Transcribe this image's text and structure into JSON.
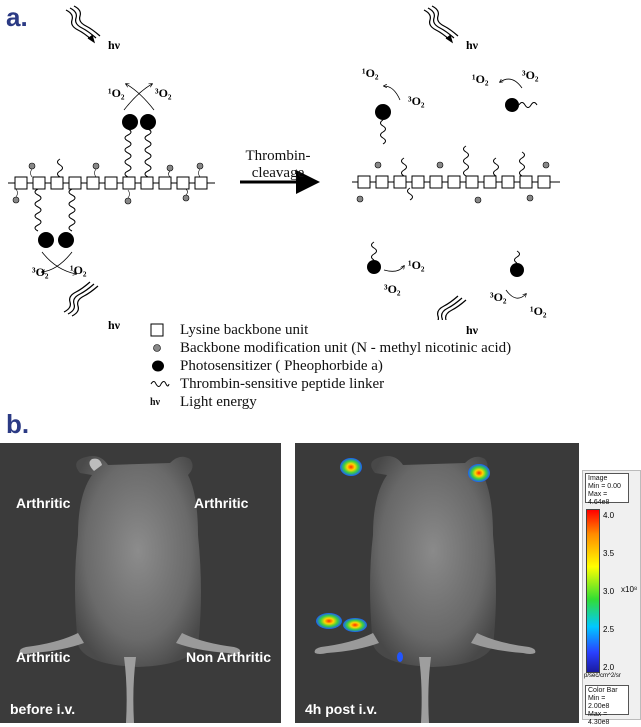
{
  "panel_a": {
    "label": "a.",
    "hv": "hν",
    "arrow_label_line1": "Thrombin-",
    "arrow_label_line2": "cleavage",
    "singlet_o2": "¹O₂",
    "triplet_o2": "³O₂"
  },
  "legend": {
    "items": [
      {
        "symbol": "square-icon",
        "text": "Lysine backbone unit"
      },
      {
        "symbol": "small-dot-icon",
        "text": "Backbone modification unit (N - methyl nicotinic acid)"
      },
      {
        "symbol": "large-dot-icon",
        "text": "Photosensitizer ( Pheophorbide a)"
      },
      {
        "symbol": "wavy-line-icon",
        "text": "Thrombin-sensitive peptide linker"
      },
      {
        "symbol": "hv-icon",
        "text": "Light energy"
      }
    ],
    "hv_symbol": "hν"
  },
  "panel_b": {
    "label": "b.",
    "left_image": {
      "labels": [
        "Arthritic",
        "Arthritic",
        "Arthritic",
        "Non Arthritic"
      ],
      "caption": "before i.v."
    },
    "right_image": {
      "caption": "4h post i.v."
    },
    "colorbar": {
      "image_title": "Image",
      "image_min": "Min = 0.00",
      "image_max": "Max = 4.64e8",
      "ticks": [
        "4.0",
        "3.5",
        "3.0",
        "2.5",
        "2.0"
      ],
      "multiplier": "x10⁸",
      "unit": "p/sec/cm^2/sr",
      "box_title": "Color Bar",
      "box_min": "Min = 2.00e8",
      "box_max": "Max = 4.30e8"
    }
  }
}
